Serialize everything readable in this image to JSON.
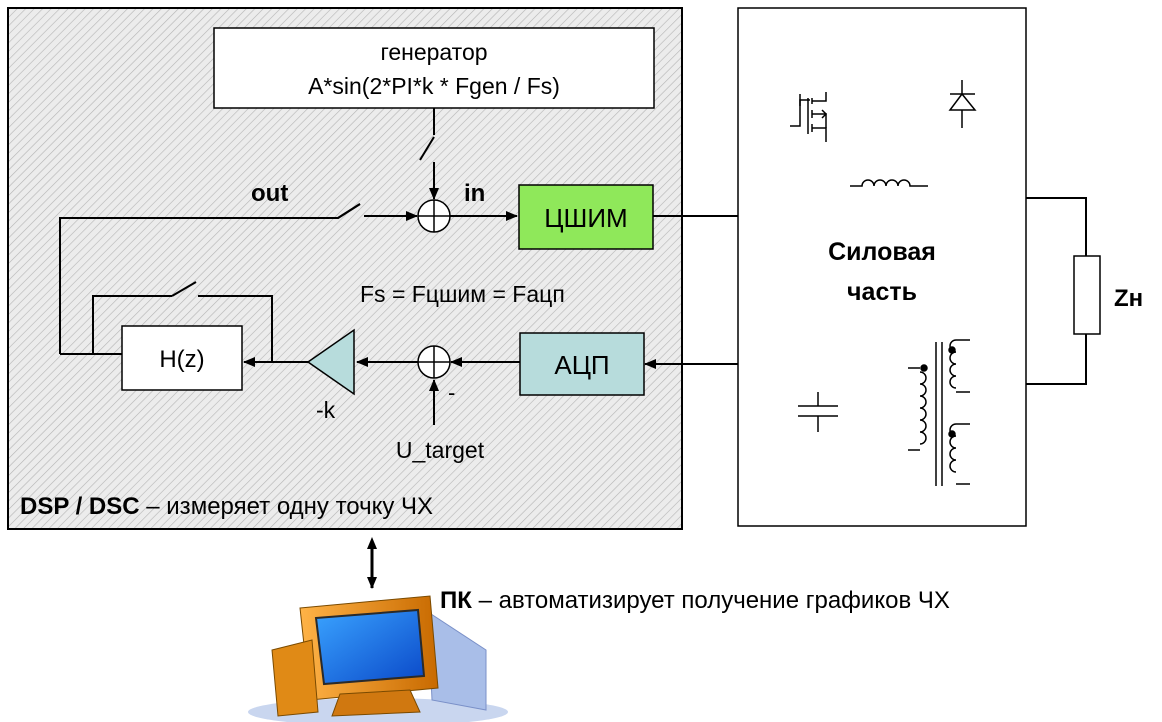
{
  "dsp": {
    "caption_bold": "DSP / DSC",
    "caption_rest": " – измеряет одну точку ЧХ"
  },
  "generator": {
    "line1": "генератор",
    "line2": "A*sin(2*PI*k * Fgen / Fs)"
  },
  "labels": {
    "out": "out",
    "in": "in",
    "fs_relation": "Fs = Fцшим = Fацп",
    "minus_sign": "-",
    "gain": "-k",
    "u_target": "U_target"
  },
  "blocks": {
    "pwm": "ЦШИМ",
    "adc": "АЦП",
    "filter": "H(z)"
  },
  "power": {
    "line1": "Силовая",
    "line2": "часть"
  },
  "load": {
    "label": "Zн"
  },
  "pc": {
    "caption_bold": "ПК",
    "caption_rest": " – автоматизирует получение графиков ЧХ"
  },
  "colors": {
    "pwm_fill": "#8fe85a",
    "adc_fill": "#b7dcdc",
    "hatch": "#b8b8b8"
  },
  "icons": [
    "mosfet-icon",
    "diode-icon",
    "inductor-icon",
    "capacitor-icon",
    "transformer-icon",
    "computer-icon"
  ]
}
